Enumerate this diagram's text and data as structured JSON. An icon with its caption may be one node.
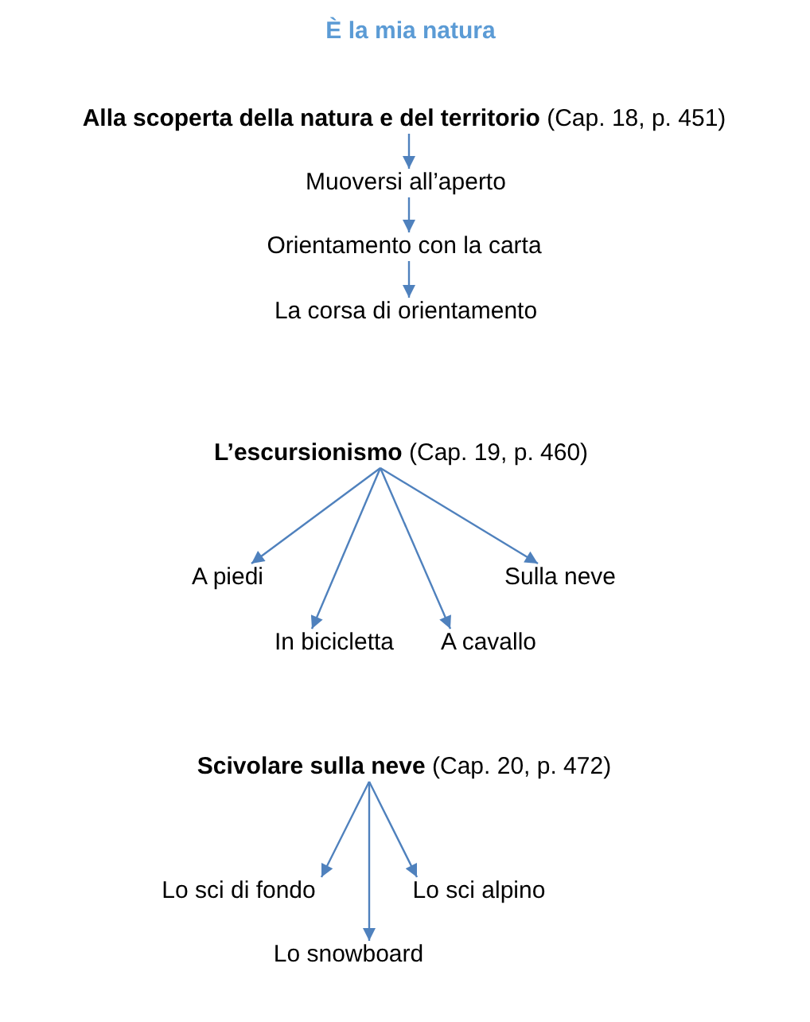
{
  "diagram": {
    "title": "È la mia natura",
    "nodes": [
      {
        "text": [
          "**Alla scoperta della natura e del territorio** (Cap. 18, p. 451)"
        ]
      },
      {
        "text": [
          "Muoversi all’aperto"
        ]
      },
      {
        "text": [
          "Orientamento con la carta"
        ]
      },
      {
        "text": [
          "La corsa di orientamento"
        ]
      },
      {
        "text": [
          "**L’escursionismo** (Cap. 19, p. 460)"
        ]
      },
      {
        "text": [
          "A piedi"
        ]
      },
      {
        "text": [
          "In bicicletta"
        ]
      },
      {
        "text": [
          "A cavallo"
        ]
      },
      {
        "text": [
          "Sulla neve"
        ]
      },
      {
        "text": [
          "**Scivolare sulla neve** (Cap. 20, p. 472)"
        ]
      },
      {
        "text": [
          "Lo sci di fondo"
        ]
      },
      {
        "text": [
          "Lo sci alpino"
        ]
      },
      {
        "text": [
          "Lo snowboard"
        ]
      }
    ],
    "edges": [
      {
        "from": 0,
        "to": 1,
        "arrow": "to"
      },
      {
        "from": 1,
        "to": 2,
        "arrow": "to"
      },
      {
        "from": 2,
        "to": 3,
        "arrow": "to"
      },
      {
        "from": 4,
        "to": 5,
        "arrow": "to"
      },
      {
        "from": 4,
        "to": 6,
        "arrow": "to"
      },
      {
        "from": 4,
        "to": 7,
        "arrow": "to"
      },
      {
        "from": 4,
        "to": 8,
        "arrow": "to"
      },
      {
        "from": 9,
        "to": 10,
        "arrow": "to"
      },
      {
        "from": 9,
        "to": 12,
        "arrow": "to"
      },
      {
        "from": 9,
        "to": 11,
        "arrow": "to"
      }
    ]
  }
}
